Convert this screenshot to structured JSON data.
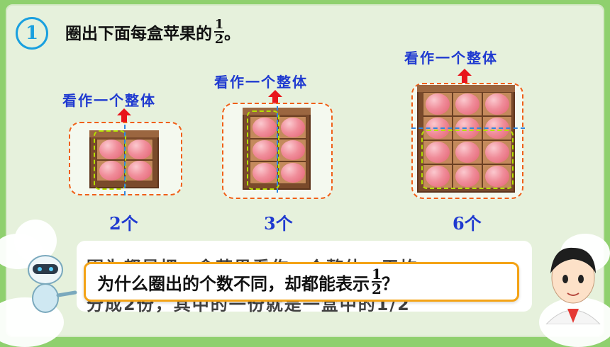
{
  "title": {
    "number": "1",
    "text": "圈出下面每盒苹果的",
    "fraction": {
      "numerator": "1",
      "denominator": "2"
    },
    "end": "。"
  },
  "boxes": [
    {
      "label": "看作一个整体",
      "count": "2个"
    },
    {
      "label": "看作一个整体",
      "count": "3个"
    },
    {
      "label": "看作一个整体",
      "count": "6个"
    }
  ],
  "answer": {
    "line1": "因为都是把一盒苹果看作一个整体，平均",
    "line2": "分成2份，其中的一份就是一盒中的1/2"
  },
  "question": {
    "text": "为什么圈出的个数不同，却都能表示",
    "fraction": {
      "numerator": "1",
      "denominator": "2"
    },
    "end": "？"
  },
  "colors": {
    "accent_blue": "#1f3ad0",
    "arrow_red": "#e8141b",
    "dash_orange": "#f06018",
    "highlight_green": "#b4e000",
    "bubble_border": "#f4a316"
  }
}
